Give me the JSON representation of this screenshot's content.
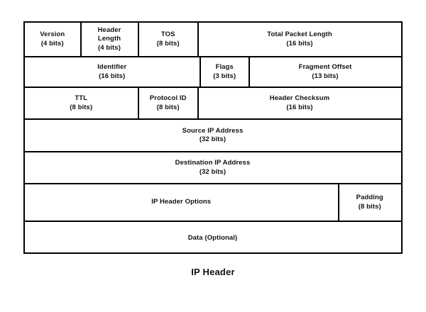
{
  "diagram": {
    "caption": "IP Header",
    "rows": [
      {
        "cells": [
          {
            "name": "version",
            "lines": [
              "Version",
              "(4 bits)"
            ]
          },
          {
            "name": "header-length",
            "lines": [
              "Header",
              "Length",
              "(4 bits)"
            ]
          },
          {
            "name": "tos",
            "lines": [
              "TOS",
              "(8 bits)"
            ]
          },
          {
            "name": "total-packet-length",
            "lines": [
              "Total Packet Length",
              "(16 bits)"
            ]
          }
        ]
      },
      {
        "cells": [
          {
            "name": "identifier",
            "lines": [
              "Identifier",
              "(16 bits)"
            ]
          },
          {
            "name": "flags",
            "lines": [
              "Flags",
              "(3 bits)"
            ]
          },
          {
            "name": "fragment-offset",
            "lines": [
              "Fragment Offset",
              "(13 bits)"
            ]
          }
        ]
      },
      {
        "cells": [
          {
            "name": "ttl",
            "lines": [
              "TTL",
              "(8 bits)"
            ]
          },
          {
            "name": "protocol-id",
            "lines": [
              "Protocol ID",
              "(8 bits)"
            ]
          },
          {
            "name": "header-checksum",
            "lines": [
              "Header Checksum",
              "(16 bits)"
            ]
          }
        ]
      },
      {
        "cells": [
          {
            "name": "source-ip-address",
            "lines": [
              "Source IP Address",
              "(32 bits)"
            ]
          }
        ]
      },
      {
        "cells": [
          {
            "name": "destination-ip-address",
            "lines": [
              "Destination IP Address",
              "(32 bits)"
            ]
          }
        ]
      },
      {
        "cells": [
          {
            "name": "ip-header-options",
            "lines": [
              "IP Header Options"
            ]
          },
          {
            "name": "padding",
            "lines": [
              "Padding",
              "(8 bits)"
            ]
          }
        ]
      },
      {
        "cells": [
          {
            "name": "data-optional",
            "lines": [
              "Data (Optional)"
            ]
          }
        ]
      }
    ]
  },
  "colors": {
    "border": "#000000",
    "text": "#111111",
    "background": "#ffffff"
  }
}
